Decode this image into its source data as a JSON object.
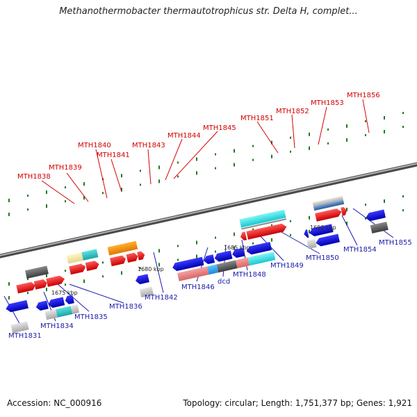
{
  "title": "Methanothermobacter thermautotrophicus str. Delta H, complet...",
  "accession": "Accession: NC_000916",
  "topology": "Topology: circular; Length: 1,751,377 bp; Genes: 1,921",
  "colors": {
    "backbone": "#8a8a8a",
    "top_label": "#d40000",
    "bottom_label": "#1a1aa8",
    "tick": "#1e7a1e"
  },
  "scale_labels": [
    "1675 kbp",
    "1680 kbp",
    "1685 kbp",
    "1690 kbp"
  ],
  "top_labels": [
    "MTH1838",
    "MTH1839",
    "MTH1840",
    "MTH1841",
    "MTH1843",
    "MTH1844",
    "MTH1845",
    "MTH1851",
    "MTH1852",
    "MTH1853",
    "MTH1856"
  ],
  "bottom_labels": [
    "MTH1831",
    "MTH1834",
    "MTH1835",
    "MTH1836",
    "MTH1842",
    "MTH1846",
    "dcd",
    "MTH1848",
    "MTH1849",
    "MTH1850",
    "MTH1854",
    "MTH1855"
  ]
}
